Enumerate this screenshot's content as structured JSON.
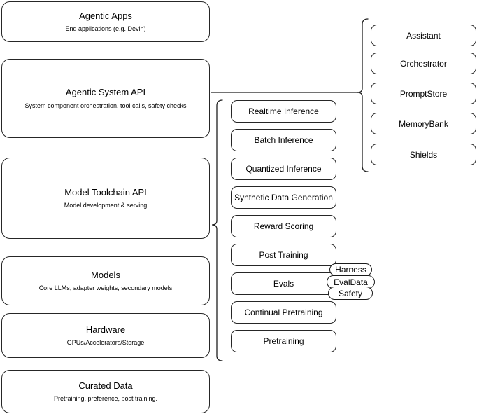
{
  "diagram": {
    "title": "Agentic stack layered architecture",
    "stroke_color": "#262626",
    "background_color": "#ffffff"
  },
  "stack_layers": [
    {
      "title": "Agentic Apps",
      "subtitle": "End applications (e.g. Devin)"
    },
    {
      "title": "Agentic System API",
      "subtitle": "System component orchestration, tool calls, safety checks"
    },
    {
      "title": "Model Toolchain API",
      "subtitle": "Model development & serving"
    },
    {
      "title": "Models",
      "subtitle": "Core LLMs, adapter weights, secondary models"
    },
    {
      "title": "Hardware",
      "subtitle": "GPUs/Accelerators/Storage"
    },
    {
      "title": "Curated Data",
      "subtitle": "Pretraining, preference, post training."
    }
  ],
  "toolchain_components": [
    {
      "label": "Realtime Inference"
    },
    {
      "label": "Batch Inference"
    },
    {
      "label": "Quantized Inference"
    },
    {
      "label": "Synthetic Data Generation"
    },
    {
      "label": "Reward Scoring"
    },
    {
      "label": "Post Training"
    },
    {
      "label": "Evals"
    },
    {
      "label": "Continual Pretraining"
    },
    {
      "label": "Pretraining"
    }
  ],
  "system_components": [
    {
      "label": "Assistant"
    },
    {
      "label": "Orchestrator"
    },
    {
      "label": "PromptStore"
    },
    {
      "label": "MemoryBank"
    },
    {
      "label": "Shields"
    }
  ],
  "evals_subcomponents": [
    {
      "label": "Harness"
    },
    {
      "label": "EvalData"
    },
    {
      "label": "Safety"
    }
  ]
}
